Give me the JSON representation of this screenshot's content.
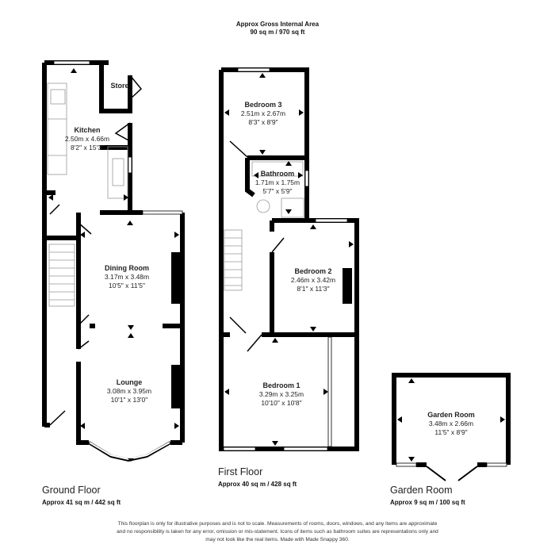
{
  "header": {
    "title": "Approx Gross Internal Area",
    "area": "90 sq m / 970 sq ft"
  },
  "floors": [
    {
      "title": "Ground Floor",
      "area": "Approx 41 sq m / 442 sq ft",
      "rooms": [
        {
          "name": "Store",
          "metric": "",
          "imperial": ""
        },
        {
          "name": "Kitchen",
          "metric": "2.50m x 4.66m",
          "imperial": "8'2\" x 15'3\""
        },
        {
          "name": "Dining Room",
          "metric": "3.17m x 3.48m",
          "imperial": "10'5\" x 11'5\""
        },
        {
          "name": "Lounge",
          "metric": "3.08m x 3.95m",
          "imperial": "10'1\" x 13'0\""
        }
      ]
    },
    {
      "title": "First Floor",
      "area": "Approx 40 sq m / 428 sq ft",
      "rooms": [
        {
          "name": "Bedroom 3",
          "metric": "2.51m x 2.67m",
          "imperial": "8'3\" x 8'9\""
        },
        {
          "name": "Bathroom",
          "metric": "1.71m x 1.75m",
          "imperial": "5'7\" x 5'9\""
        },
        {
          "name": "Bedroom 2",
          "metric": "2.46m x 3.42m",
          "imperial": "8'1\" x 11'3\""
        },
        {
          "name": "Bedroom 1",
          "metric": "3.29m x 3.25m",
          "imperial": "10'10\" x 10'8\""
        }
      ]
    },
    {
      "title": "Garden Room",
      "area": "Approx 9 sq m / 100 sq ft",
      "rooms": [
        {
          "name": "Garden Room",
          "metric": "3.48m x 2.66m",
          "imperial": "11'5\" x 8'9\""
        }
      ]
    }
  ],
  "disclaimer": {
    "line1": "This floorplan is only for illustrative purposes and is not to scale. Measurements of rooms, doors, windows, and any items are approximate",
    "line2": "and no responsibility is taken for any error, omission or mis-statement. Icons of items such as bathroom suites are representations only and",
    "line3": "may not look like the real items. Made with Made Snappy 360."
  },
  "colors": {
    "wall": "#000000",
    "fixture": "#999999",
    "background": "#ffffff"
  }
}
